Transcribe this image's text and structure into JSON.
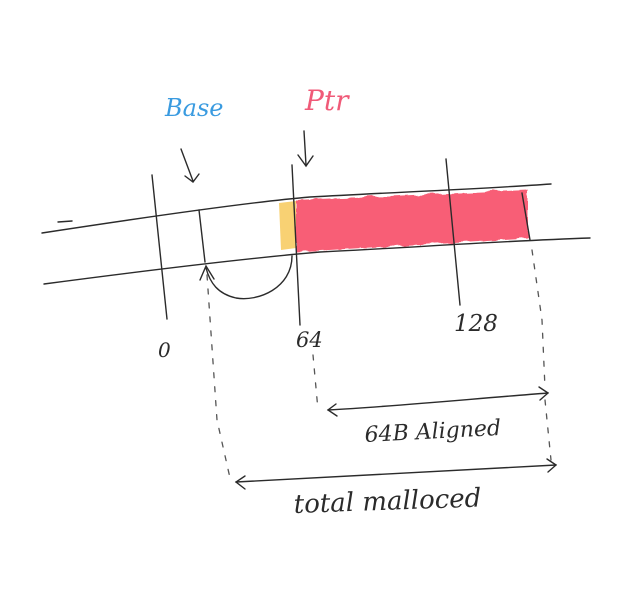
{
  "labels": {
    "base": "Base",
    "ptr": "Ptr",
    "tick_0": "0",
    "tick_64": "64",
    "tick_128": "128",
    "aligned": "64B Aligned",
    "total": "total malloced"
  },
  "colors": {
    "ink": "#2b2b2b",
    "base_label": "#3a9be0",
    "ptr_label": "#f05a78",
    "aligned_block": "#f7425e",
    "padding_block": "#f7c95a",
    "dash": "#555555"
  }
}
